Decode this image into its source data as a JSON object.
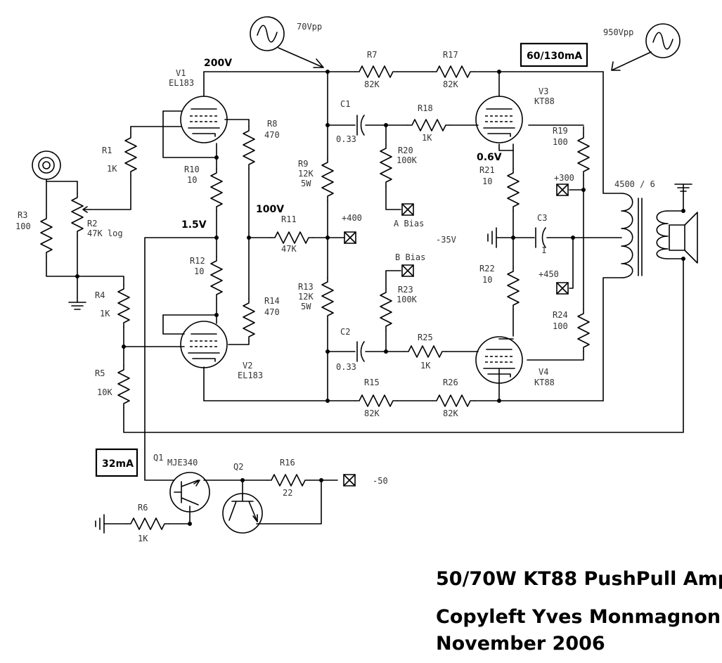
{
  "annotations": {
    "in_signal": "70Vpp",
    "out_signal": "950Vpp",
    "current_out": "60/130mA",
    "current_cs": "32mA",
    "v200": "200V",
    "v100": "100V",
    "v15": "1.5V",
    "v06": "0.6V",
    "v_neg35": "-35V",
    "a_bias": "A Bias",
    "b_bias": "B Bias",
    "p400": "+400",
    "p300": "+300",
    "p450": "+450",
    "n50": "-50",
    "xfmr": "4500 / 6"
  },
  "tubes": {
    "v1": {
      "ref": "V1",
      "type": "EL183"
    },
    "v2": {
      "ref": "V2",
      "type": "EL183"
    },
    "v3": {
      "ref": "V3",
      "type": "KT88"
    },
    "v4": {
      "ref": "V4",
      "type": "KT88"
    }
  },
  "transistors": {
    "q1": {
      "ref": "Q1",
      "type": "MJE340"
    },
    "q2": {
      "ref": "Q2"
    }
  },
  "resistors": {
    "r1": {
      "ref": "R1",
      "value": "1K"
    },
    "r2": {
      "ref": "R2",
      "value": "47K log"
    },
    "r3": {
      "ref": "R3",
      "value": "100"
    },
    "r4": {
      "ref": "R4",
      "value": "1K"
    },
    "r5": {
      "ref": "R5",
      "value": "10K"
    },
    "r6": {
      "ref": "R6",
      "value": "1K"
    },
    "r7": {
      "ref": "R7",
      "value": "82K"
    },
    "r8": {
      "ref": "R8",
      "value": "470"
    },
    "r9": {
      "ref": "R9",
      "value": "12K",
      "rating": "5W"
    },
    "r10": {
      "ref": "R10",
      "value": "10"
    },
    "r11": {
      "ref": "R11",
      "value": "47K"
    },
    "r12": {
      "ref": "R12",
      "value": "10"
    },
    "r13": {
      "ref": "R13",
      "value": "12K",
      "rating": "5W"
    },
    "r14": {
      "ref": "R14",
      "value": "470"
    },
    "r15": {
      "ref": "R15",
      "value": "82K"
    },
    "r16": {
      "ref": "R16",
      "value": "22"
    },
    "r17": {
      "ref": "R17",
      "value": "82K"
    },
    "r18": {
      "ref": "R18",
      "value": "1K"
    },
    "r19": {
      "ref": "R19",
      "value": "100"
    },
    "r20": {
      "ref": "R20",
      "value": "100K"
    },
    "r21": {
      "ref": "R21",
      "value": "10"
    },
    "r22": {
      "ref": "R22",
      "value": "10"
    },
    "r23": {
      "ref": "R23",
      "value": "100K"
    },
    "r24": {
      "ref": "R24",
      "value": "100"
    },
    "r25": {
      "ref": "R25",
      "value": "1K"
    },
    "r26": {
      "ref": "R26",
      "value": "82K"
    }
  },
  "capacitors": {
    "c1": {
      "ref": "C1",
      "value": "0.33"
    },
    "c2": {
      "ref": "C2",
      "value": "0.33"
    },
    "c3": {
      "ref": "C3",
      "value": "1"
    }
  },
  "title": {
    "line1": "50/70W KT88 PushPull Amp",
    "line2": "Copyleft Yves Monmagnon",
    "line3": "November 2006"
  }
}
